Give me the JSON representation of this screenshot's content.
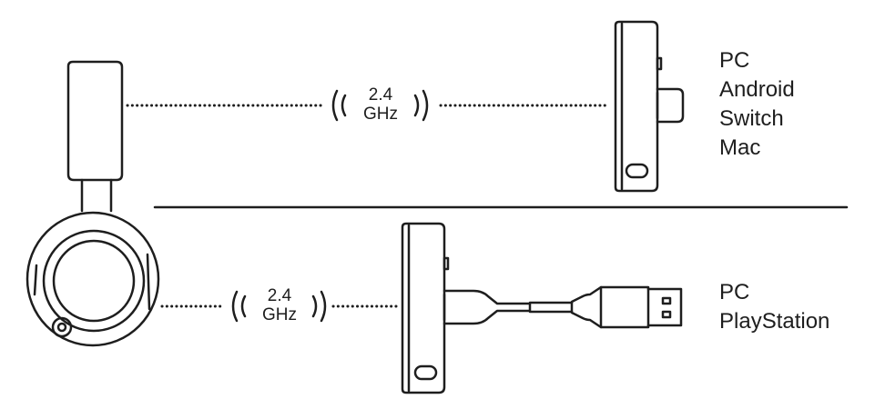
{
  "colors": {
    "stroke": "#1e1e1e",
    "background": "#ffffff"
  },
  "top_link": {
    "frequency": {
      "value": "2.4",
      "unit": "GHz"
    },
    "devices": [
      "PC",
      "Android",
      "Switch",
      "Mac"
    ]
  },
  "bottom_link": {
    "frequency": {
      "value": "2.4",
      "unit": "GHz"
    },
    "devices": [
      "PC",
      "PlayStation"
    ]
  }
}
